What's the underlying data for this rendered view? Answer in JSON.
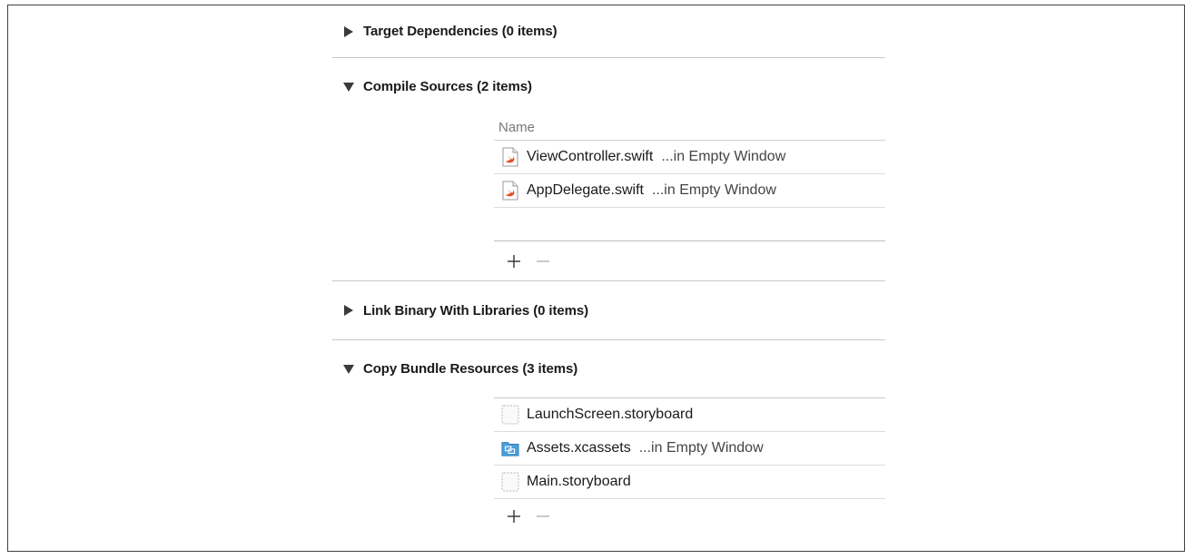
{
  "phases": {
    "target_dependencies": {
      "title": "Target Dependencies (0 items)",
      "expanded": false
    },
    "compile_sources": {
      "title": "Compile Sources (2 items)",
      "expanded": true,
      "column_header": "Name",
      "files": [
        {
          "name": "ViewController.swift",
          "location": "...in Empty Window",
          "icon": "swift-file-icon"
        },
        {
          "name": "AppDelegate.swift",
          "location": "...in Empty Window",
          "icon": "swift-file-icon"
        }
      ],
      "add_label": "+",
      "remove_label": "—"
    },
    "link_binary": {
      "title": "Link Binary With Libraries (0 items)",
      "expanded": false
    },
    "copy_bundle_resources": {
      "title": "Copy Bundle Resources (3 items)",
      "expanded": true,
      "files": [
        {
          "name": "LaunchScreen.storyboard",
          "location": "",
          "icon": "storyboard-file-icon"
        },
        {
          "name": "Assets.xcassets",
          "location": "...in Empty Window",
          "icon": "asset-catalog-icon"
        },
        {
          "name": "Main.storyboard",
          "location": "",
          "icon": "storyboard-file-icon"
        }
      ],
      "add_label": "+",
      "remove_label": "—"
    }
  },
  "colors": {
    "swift_orange": "#e0522f",
    "asset_blue": "#4a9fd8",
    "divider": "#c8c8c8"
  }
}
